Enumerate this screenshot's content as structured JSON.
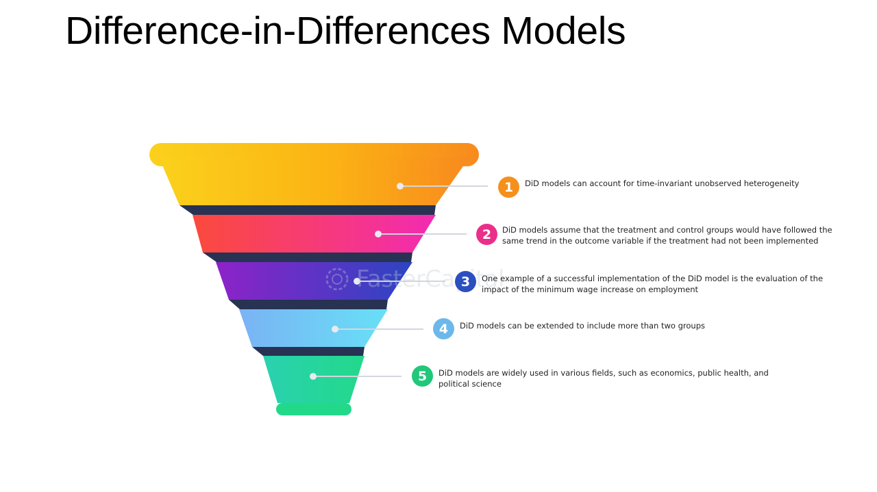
{
  "title": "Difference-in-Differences Models",
  "watermark": "FasterCapital",
  "steps": [
    {
      "number": "1",
      "text": "DiD models can account for time-invariant unobserved heterogeneity",
      "color": "#f5901c"
    },
    {
      "number": "2",
      "text": "DiD models assume that the treatment and control groups would have followed the same trend in the outcome variable if the treatment had not been implemented",
      "color": "#ea2f8b"
    },
    {
      "number": "3",
      "text": "One example of a successful implementation of the DiD model is the evaluation of the impact of the minimum wage increase on employment",
      "color": "#2b4fbf"
    },
    {
      "number": "4",
      "text": "DiD models can be extended to include more than two groups",
      "color": "#6cb8ea"
    },
    {
      "number": "5",
      "text": "DiD models are widely used in various fields, such as economics, public health, and political science",
      "color": "#21c77a"
    }
  ]
}
